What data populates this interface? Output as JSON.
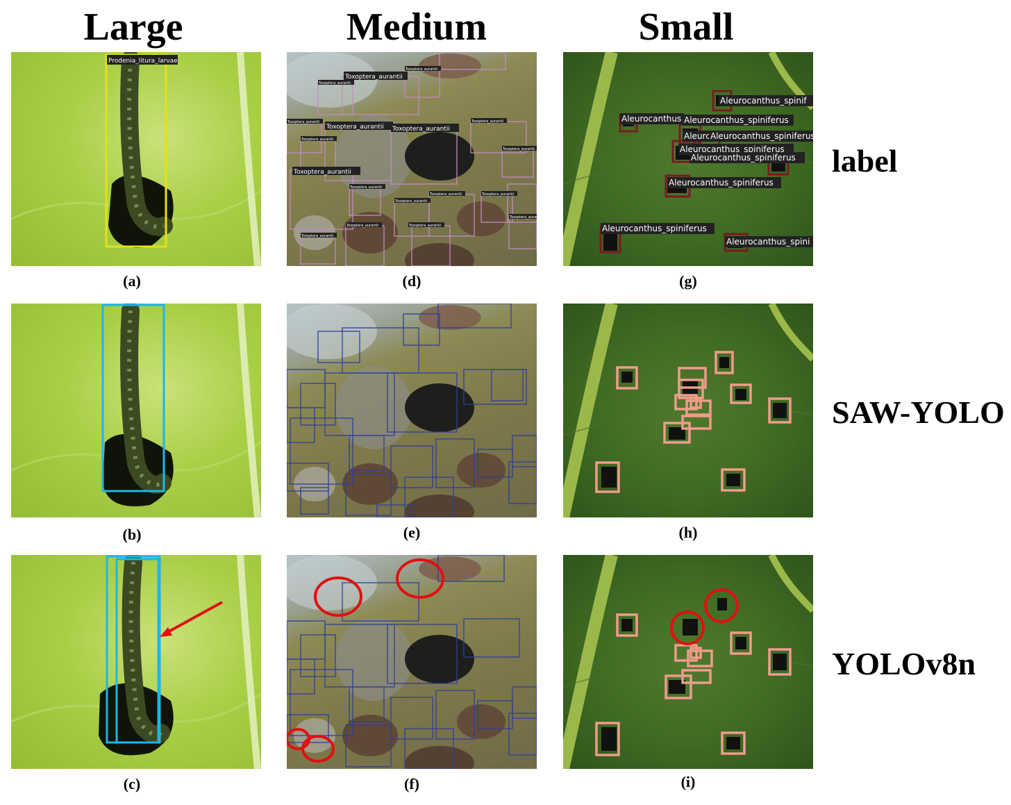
{
  "columns": {
    "large": "Large",
    "medium": "Medium",
    "small": "Small"
  },
  "rows": {
    "label": "label",
    "saw": "SAW-YOLO",
    "yolo": "YOLOv8n"
  },
  "captions": {
    "a": "(a)",
    "b": "(b)",
    "c": "(c)",
    "d": "(d)",
    "e": "(e)",
    "f": "(f)",
    "g": "(g)",
    "h": "(h)",
    "i": "(i)"
  },
  "tags": {
    "prodenia": "Prodenia_litura_larvae",
    "toxoptera": "Toxoptera_aurantii",
    "aleuro": "Aleurocanthus_spiniferus",
    "aleuro_short": "Aleurocanthus_spinif",
    "aleuro_cut": "Aleurocanthus_spini",
    "aleuro_a": "Aleurocanthus",
    "aleuro_b": "Aleurc"
  },
  "colors": {
    "label_large": "#e6e01a",
    "label_medium": "#c08cc0",
    "label_small": "#7a1a22",
    "pred_large": "#1fb5e8",
    "pred_medium": "#2f3f9a",
    "pred_small": "#f29b8c",
    "error_mark": "#e01010"
  }
}
